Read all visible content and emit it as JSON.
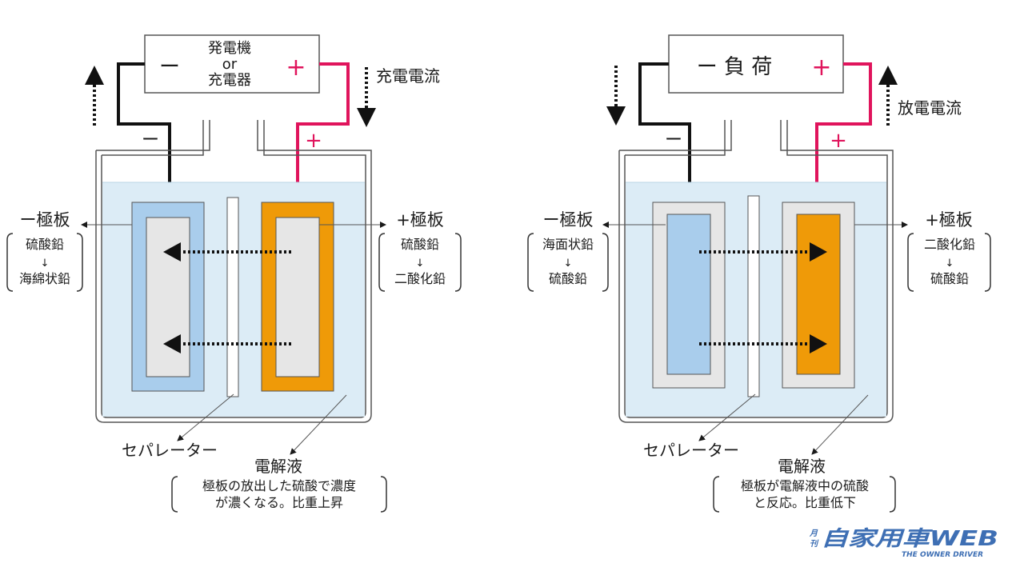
{
  "colors": {
    "wire_negative": "#111111",
    "wire_positive": "#e0145c",
    "negative_plate": "#a9cdec",
    "positive_plate": "#ef9a08",
    "plate_core": "#e6e6e6",
    "electrolyte": "#dcecf6",
    "brand": "#3e6fb4"
  },
  "left_diagram": {
    "source": {
      "line1": "発電機",
      "line2": "or",
      "line3": "充電器"
    },
    "terminal_minus": "ー",
    "terminal_plus": "+",
    "current_label": "充電電流",
    "tank_minus": "ー",
    "tank_plus": "+",
    "neg_plate": {
      "title": "ー極板",
      "from": "硫酸鉛",
      "arrow": "↓",
      "to": "海綿状鉛"
    },
    "pos_plate": {
      "title": "+極板",
      "from": "硫酸鉛",
      "arrow": "↓",
      "to": "二酸化鉛"
    },
    "separator_label": "セパレーター",
    "electrolyte": {
      "title": "電解液",
      "line1": "極板の放出した硫酸で濃度",
      "line2": "が濃くなる。比重上昇"
    }
  },
  "right_diagram": {
    "load_label": "ー 負 荷",
    "terminal_plus": "+",
    "current_label": "放電電流",
    "tank_minus": "ー",
    "tank_plus": "+",
    "neg_plate": {
      "title": "ー極板",
      "from": "海面状鉛",
      "arrow": "↓",
      "to": "硫酸鉛"
    },
    "pos_plate": {
      "title": "+極板",
      "from": "二酸化鉛",
      "arrow": "↓",
      "to": "硫酸鉛"
    },
    "separator_label": "セパレーター",
    "electrolyte": {
      "title": "電解液",
      "line1": "極板が電解液中の硫酸",
      "line2": "と反応。比重低下"
    }
  },
  "brand": {
    "badge_line1": "月",
    "badge_line2": "刊",
    "name": "自家用車WEB",
    "tagline": "THE OWNER DRIVER"
  }
}
